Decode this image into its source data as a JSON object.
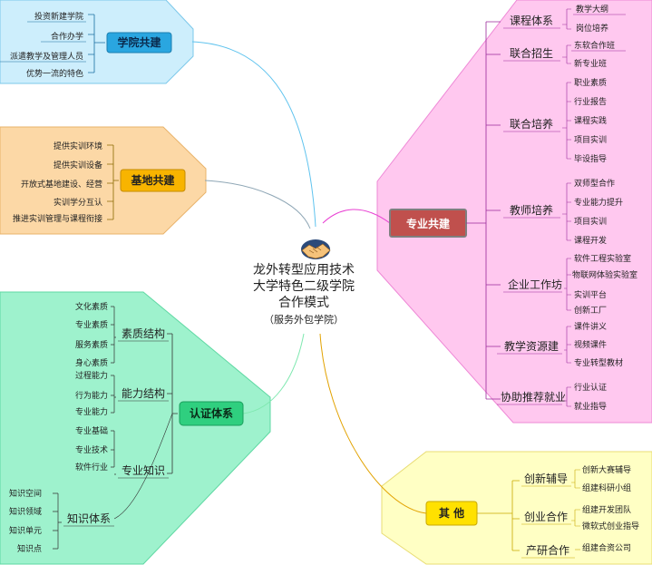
{
  "center": {
    "lines": [
      "龙外转型应用技术",
      "大学特色二级学院",
      "合作模式"
    ],
    "sub": "（服务外包学院）",
    "icon": "handshake-icon"
  },
  "branches": {
    "college": {
      "label": "学院共建",
      "items": [
        "投资新建学院",
        "合作办学",
        "派遣教学及管理人员",
        "优势一流的特色"
      ]
    },
    "base": {
      "label": "基地共建",
      "items": [
        "提供实训环境",
        "提供实训设备",
        "开放式基地建设、经营",
        "实训学分互认",
        "推进实训管理与课程衔接"
      ]
    },
    "cert": {
      "label": "认证体系",
      "groups": [
        {
          "label": "素质结构",
          "items": [
            "文化素质",
            "专业素质",
            "服务素质",
            "身心素质"
          ]
        },
        {
          "label": "能力结构",
          "items": [
            "过程能力",
            "行为能力",
            "专业能力"
          ]
        },
        {
          "label": "专业知识",
          "items": [
            "专业基础",
            "专业技术",
            "软件行业"
          ]
        },
        {
          "label": "知识体系",
          "items": [
            "知识空间",
            "知识领域",
            "知识单元",
            "知识点"
          ]
        }
      ]
    },
    "major": {
      "label": "专业共建",
      "groups": [
        {
          "label": "课程体系",
          "items": [
            "教学大纲",
            "岗位培养"
          ]
        },
        {
          "label": "联合招生",
          "items": [
            "东软合作班",
            "新专业班"
          ]
        },
        {
          "label": "联合培养",
          "items": [
            "职业素质",
            "行业报告",
            "课程实践",
            "项目实训",
            "毕设指导"
          ]
        },
        {
          "label": "教师培养",
          "items": [
            "双师型合作",
            "专业能力提升",
            "项目实训",
            "课程开发"
          ]
        },
        {
          "label": "企业工作坊",
          "items": [
            "软件工程实验室",
            "物联网体验实验室",
            "实训平台",
            "创新工厂"
          ]
        },
        {
          "label": "教学资源建",
          "items": [
            "课件讲义",
            "视频课件",
            "专业转型教材"
          ]
        },
        {
          "label": "协助推荐就业",
          "items": [
            "行业认证",
            "就业指导"
          ]
        }
      ]
    },
    "other": {
      "label": "其 他",
      "groups": [
        {
          "label": "创新辅导",
          "items": [
            "创新大赛辅导",
            "组建科研小组"
          ]
        },
        {
          "label": "创业合作",
          "items": [
            "组建开发团队",
            "微软式创业指导"
          ]
        },
        {
          "label": "产研合作",
          "items": [
            "组建合资公司"
          ]
        }
      ]
    }
  },
  "colors": {
    "college_fill": "#cdeefc",
    "college_box": "#2aa6e0",
    "base_fill": "#fcd8a6",
    "base_box": "#f8b400",
    "cert_fill": "#9ef2cd",
    "cert_box": "#2fcf7f",
    "major_fill": "#ffc8ef",
    "major_box": "#c0504d",
    "other_fill": "#ffffc4",
    "other_box": "#ffe100"
  }
}
